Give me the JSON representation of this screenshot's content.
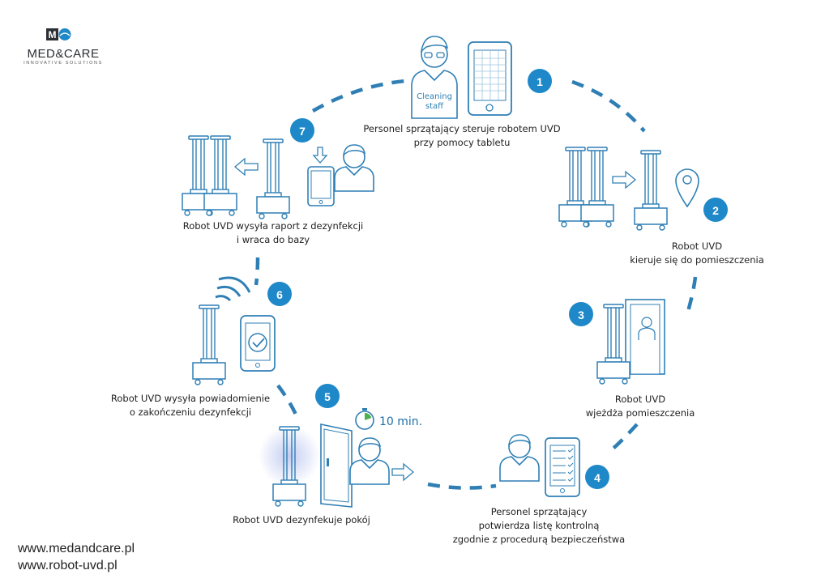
{
  "logo": {
    "mark": "M",
    "brand": "MED&CARE",
    "tagline": "INNOVATIVE SOLUTIONS"
  },
  "colors": {
    "accent": "#1e88c8",
    "line": "#2f7fb5",
    "text": "#1f1f1f"
  },
  "steps": [
    {
      "number": "1",
      "lines": [
        "Personel sprzątający steruje robotem UVD",
        "przy pomocy tabletu"
      ]
    },
    {
      "number": "2",
      "lines": [
        "Robot UVD",
        "kieruje się do pomieszczenia"
      ]
    },
    {
      "number": "3",
      "lines": [
        "Robot UVD",
        "wjeżdża pomieszczenia"
      ]
    },
    {
      "number": "4",
      "lines": [
        "Personel sprzątający",
        "potwierdza listę kontrolną",
        "zgodnie z procedurą bezpieczeństwa"
      ]
    },
    {
      "number": "5",
      "lines": [
        "Robot UVD dezynfekuje pokój"
      ]
    },
    {
      "number": "6",
      "lines": [
        "Robot UVD wysyła powiadomienie",
        "o zakończeniu dezynfekcji"
      ]
    },
    {
      "number": "7",
      "lines": [
        "Robot UVD wysyła raport z dezynfekcji",
        "i wraca do bazy"
      ]
    }
  ],
  "badge_text": {
    "staff": [
      "Cleaning",
      "staff"
    ],
    "timer": "10 min."
  },
  "footer": {
    "urls": [
      "www.medandcare.pl",
      "www.robot-uvd.pl"
    ]
  }
}
